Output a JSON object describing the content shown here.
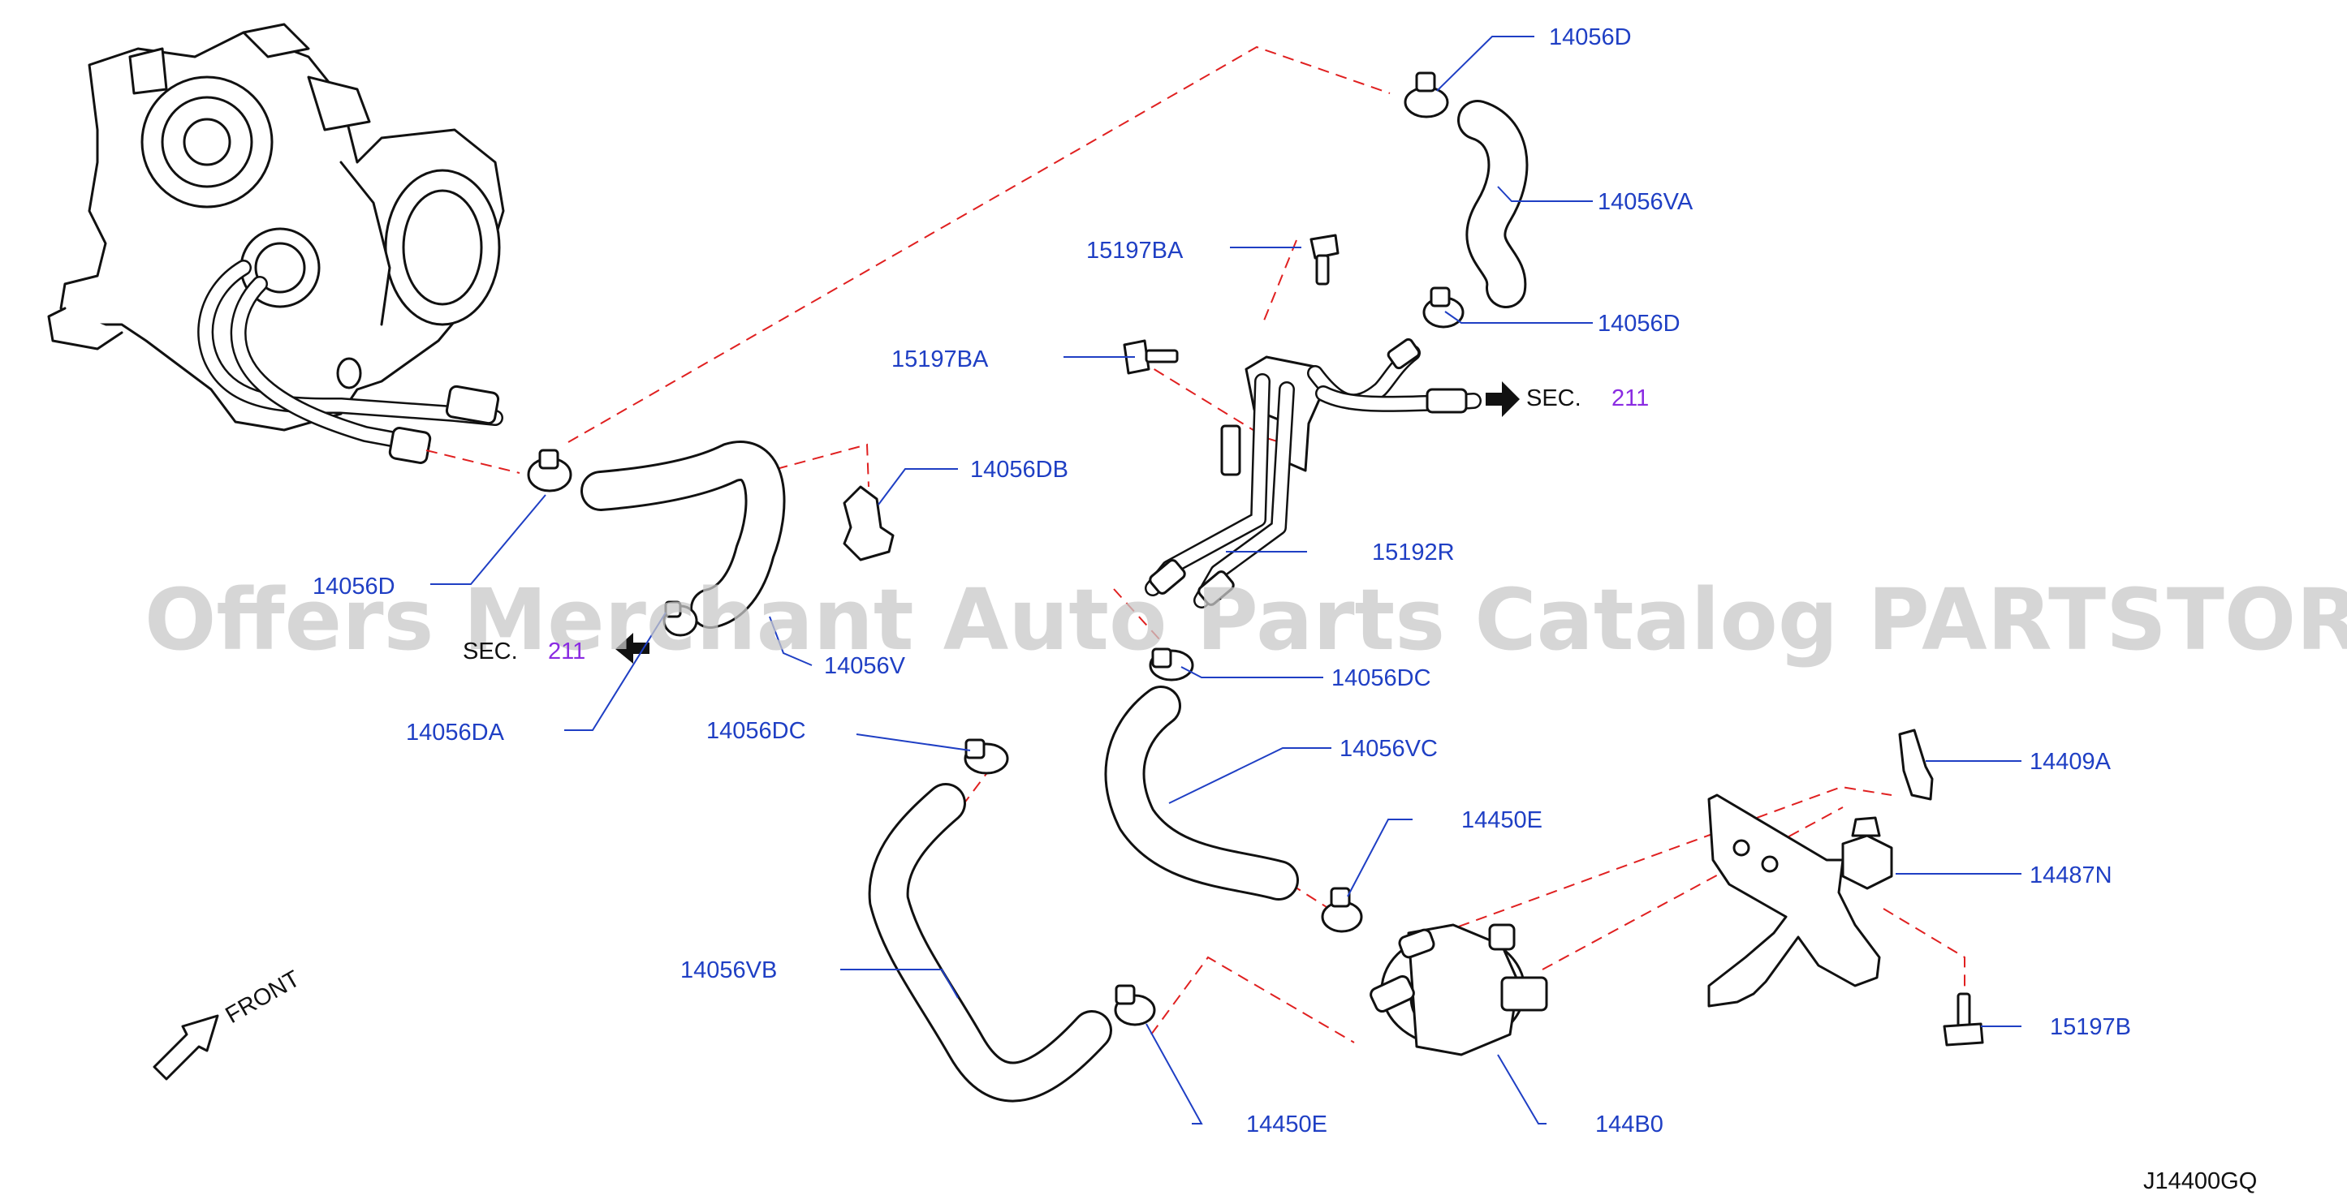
{
  "labels": {
    "p14056D_top": "14056D",
    "p14056VA": "14056VA",
    "p15197BA_upper": "15197BA",
    "p14056D_mid": "14056D",
    "p15197BA_lower": "15197BA",
    "p14056DB": "14056DB",
    "p15192R": "15192R",
    "p14056D_left": "14056D",
    "p14056V": "14056V",
    "p14056DC_right": "14056DC",
    "p14056DA": "14056DA",
    "p14056DC_left": "14056DC",
    "p14056VC": "14056VC",
    "p14409A": "14409A",
    "p14450E_upper": "14450E",
    "p14487N": "14487N",
    "p14056VB": "14056VB",
    "p15197B": "15197B",
    "p14450E_lower": "14450E",
    "p144B0": "144B0"
  },
  "section_refs": {
    "right": {
      "prefix": "SEC.",
      "number": "211"
    },
    "left": {
      "prefix": "SEC.",
      "number": "211"
    }
  },
  "direction_label": "FRONT",
  "diagram_code": "J14400GQ",
  "watermark": "Offers Merchant Auto Parts Catalog PARTSTORE.SA",
  "colors": {
    "label": "#1f3fc4",
    "dashed_line": "#e02020",
    "section_number": "#8a2be2",
    "line_art": "#111111",
    "watermark": "#c8c8c8"
  }
}
